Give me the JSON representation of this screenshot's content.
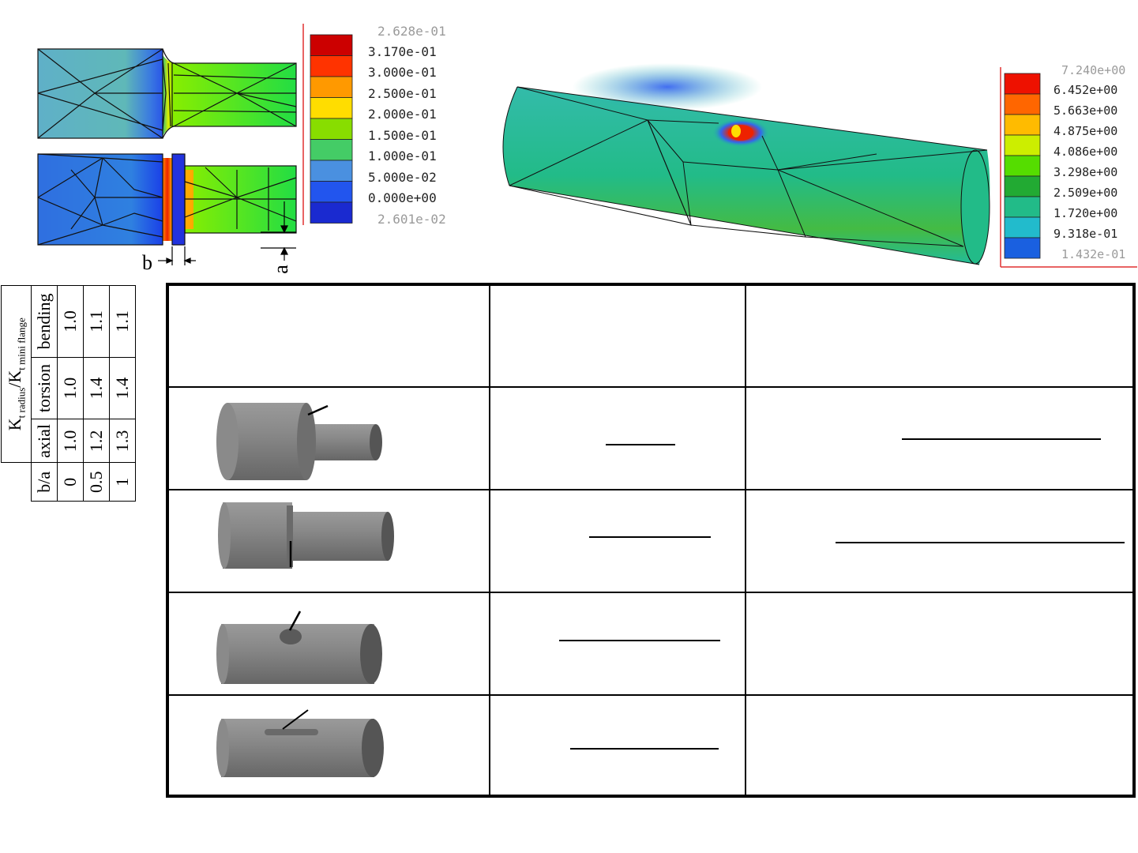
{
  "left_legend": {
    "max": "2.628e-01",
    "levels": [
      "3.170e-01",
      "3.000e-01",
      "2.500e-01",
      "2.000e-01",
      "1.500e-01",
      "1.000e-01",
      "5.000e-02",
      "0.000e+00"
    ],
    "min": "2.601e-02",
    "colors": [
      "#cc0000",
      "#ff3300",
      "#ff9900",
      "#ffdd00",
      "#88dd00",
      "#44cc66",
      "#4a90e0",
      "#2255ee",
      "#1a2ad0"
    ]
  },
  "right_legend": {
    "max": "7.240e+00",
    "levels": [
      "6.452e+00",
      "5.663e+00",
      "4.875e+00",
      "4.086e+00",
      "3.298e+00",
      "2.509e+00",
      "1.720e+00",
      "9.318e-01"
    ],
    "min": "1.432e-01",
    "colors": [
      "#ee1100",
      "#ff6600",
      "#ffbb00",
      "#ccee00",
      "#55dd00",
      "#22aa33",
      "#22bb88",
      "#22bbcc",
      "#1a60e0"
    ]
  },
  "dims": {
    "b": "b",
    "a": "a"
  },
  "k_table": {
    "title_main": "K",
    "title_sub1": "t radius",
    "title_mid": "/K",
    "title_sub2": "t mini flange",
    "headers": [
      "b/a",
      "axial",
      "torsion",
      "bending"
    ],
    "rows": [
      [
        "0",
        "1.0",
        "1.0",
        "1.0"
      ],
      [
        "0.5",
        "1.2",
        "1.4",
        "1.1"
      ],
      [
        "1",
        "1.3",
        "1.4",
        "1.1"
      ]
    ]
  }
}
